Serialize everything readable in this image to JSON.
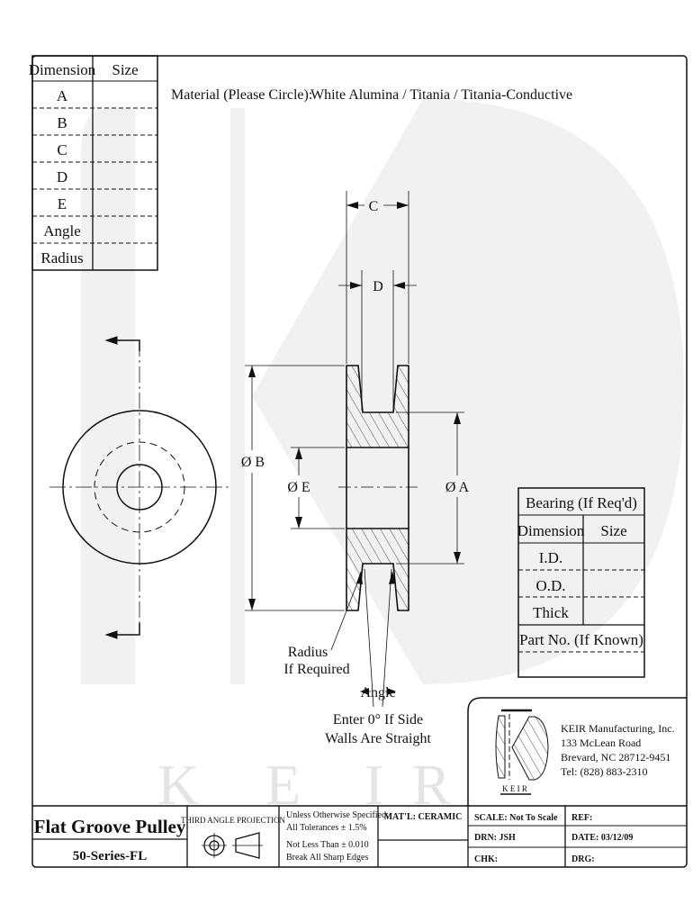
{
  "dimension_table": {
    "headers": [
      "Dimension",
      "Size"
    ],
    "rows": [
      "A",
      "B",
      "C",
      "D",
      "E",
      "Angle",
      "Radius"
    ]
  },
  "material": {
    "label": "Material (Please Circle):",
    "options_text": "White Alumina  /  Titania  /  Titania-Conductive"
  },
  "drawing": {
    "dim_c": "C",
    "dim_d": "D",
    "dim_b": "Ø B",
    "dim_e": "Ø E",
    "dim_a": "Ø A",
    "radius_note_1": "Radius",
    "radius_note_2": "If Required",
    "angle_label": "Angle",
    "angle_note_1": "Enter 0° If Side",
    "angle_note_2": "Walls Are Straight",
    "watermark": [
      "K",
      "E",
      "I",
      "R"
    ]
  },
  "bearing_table": {
    "title": "Bearing (If Req'd)",
    "headers": [
      "Dimension",
      "Size"
    ],
    "rows": [
      "I.D.",
      "O.D.",
      "Thick"
    ],
    "part_no": "Part No. (If Known)"
  },
  "company": {
    "logo_text": "K E I R",
    "name": "KEIR Manufacturing, Inc.",
    "address1": "133 McLean Road",
    "address2": "Brevard, NC 28712-9451",
    "phone": "Tel: (828) 883-2310"
  },
  "title_block": {
    "title": "Flat Groove Pulley",
    "part_number": "50-Series-FL",
    "projection": "THIRD ANGLE PROJECTION",
    "tolerance_1": "Unless Otherwise Specified:",
    "tolerance_2": "All Tolerances ± 1.5%",
    "tolerance_3": "Not Less Than ± 0.010",
    "tolerance_4": "Break All Sharp Edges",
    "material": "MAT'L: CERAMIC",
    "scale": "SCALE: Not To Scale",
    "ref": "REF:",
    "drawn": "DRN: JSH",
    "date": "DATE: 03/12/09",
    "checked": "CHK:",
    "drg": "DRG:"
  }
}
